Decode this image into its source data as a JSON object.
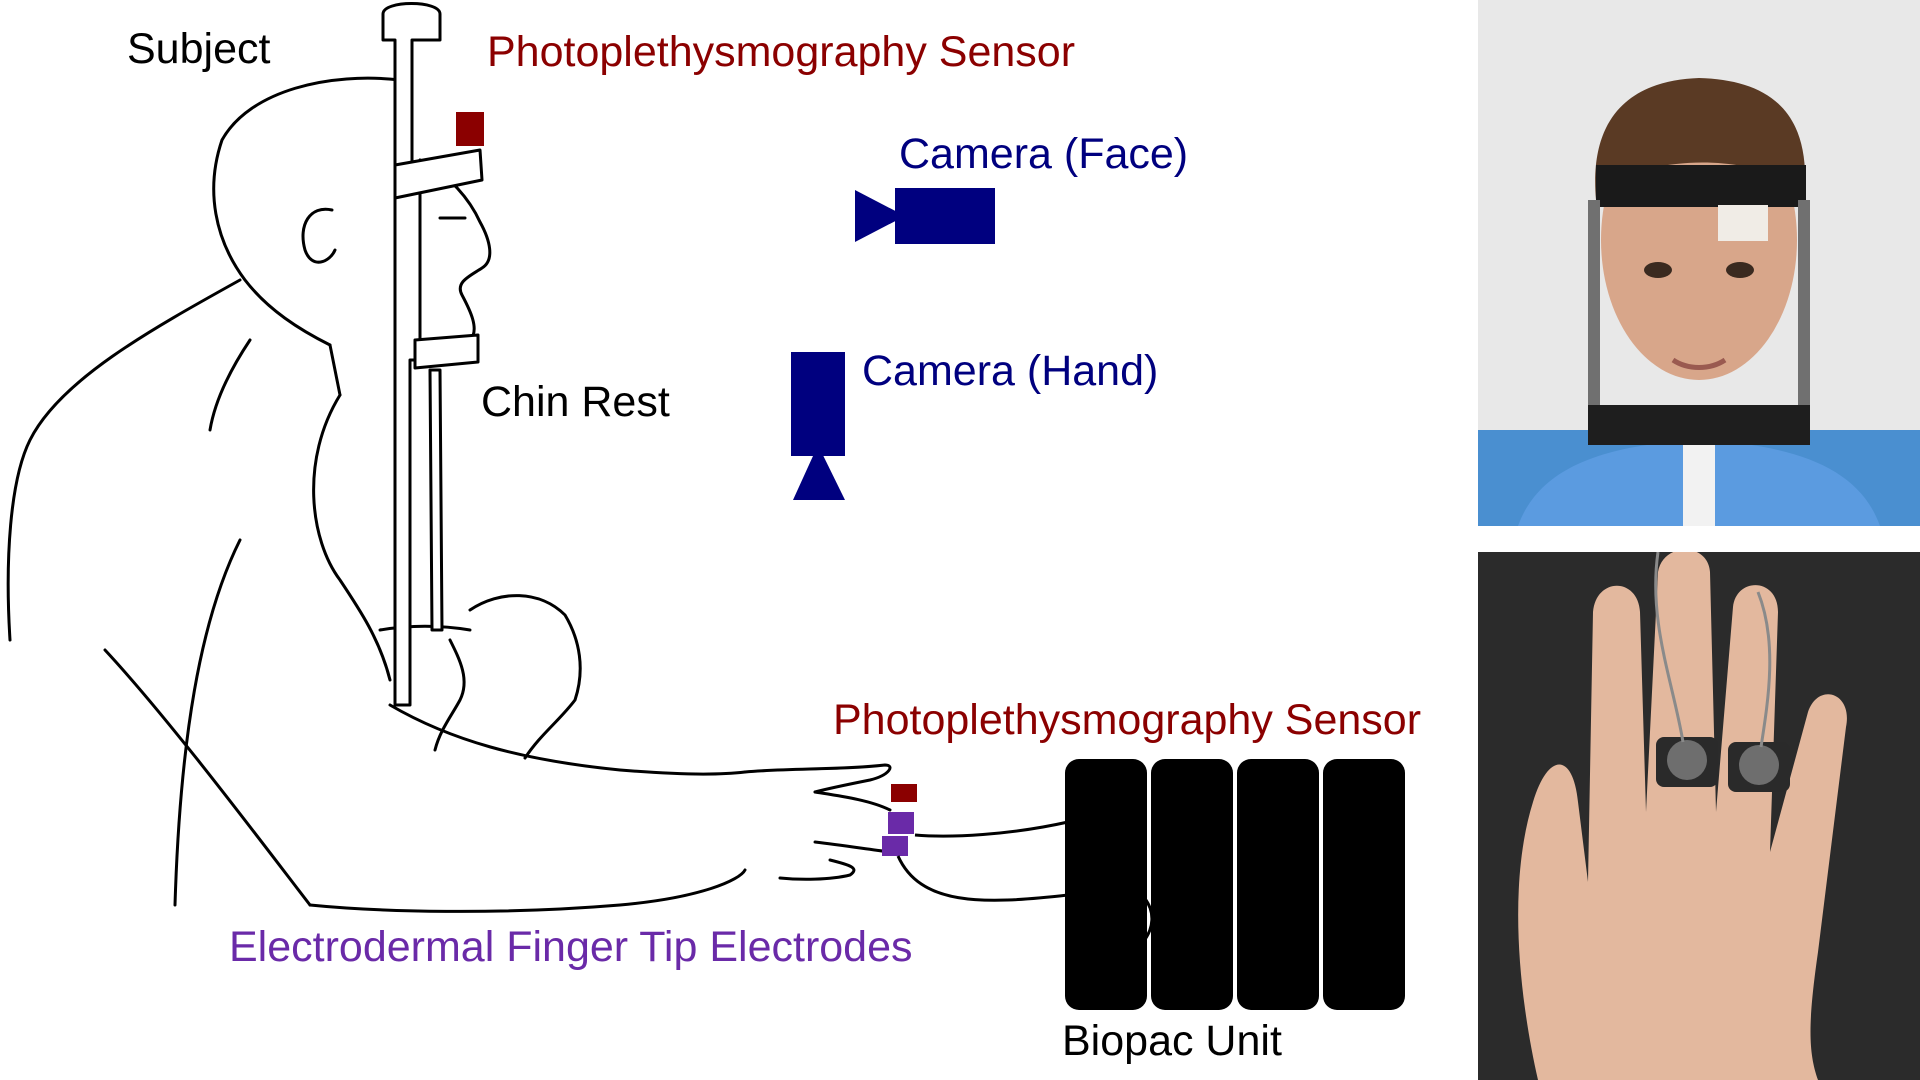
{
  "labels": {
    "subject": "Subject",
    "ppg_head": "Photoplethysmography Sensor",
    "camera_face": "Camera (Face)",
    "camera_hand": "Camera (Hand)",
    "chin_rest": "Chin Rest",
    "ppg_finger": "Photoplethysmography Sensor",
    "electrodes": "Electrodermal Finger Tip Electrodes",
    "biopac": "Biopac Unit"
  },
  "colors": {
    "ppg": "#8b0000",
    "camera": "#00007f",
    "electrode": "#6a2aa8",
    "text": "#000000",
    "line": "#000000",
    "unit": "#000000"
  },
  "photos": {
    "face": {
      "subject": "face-photo"
    },
    "hand": {
      "subject": "hand-photo"
    }
  }
}
